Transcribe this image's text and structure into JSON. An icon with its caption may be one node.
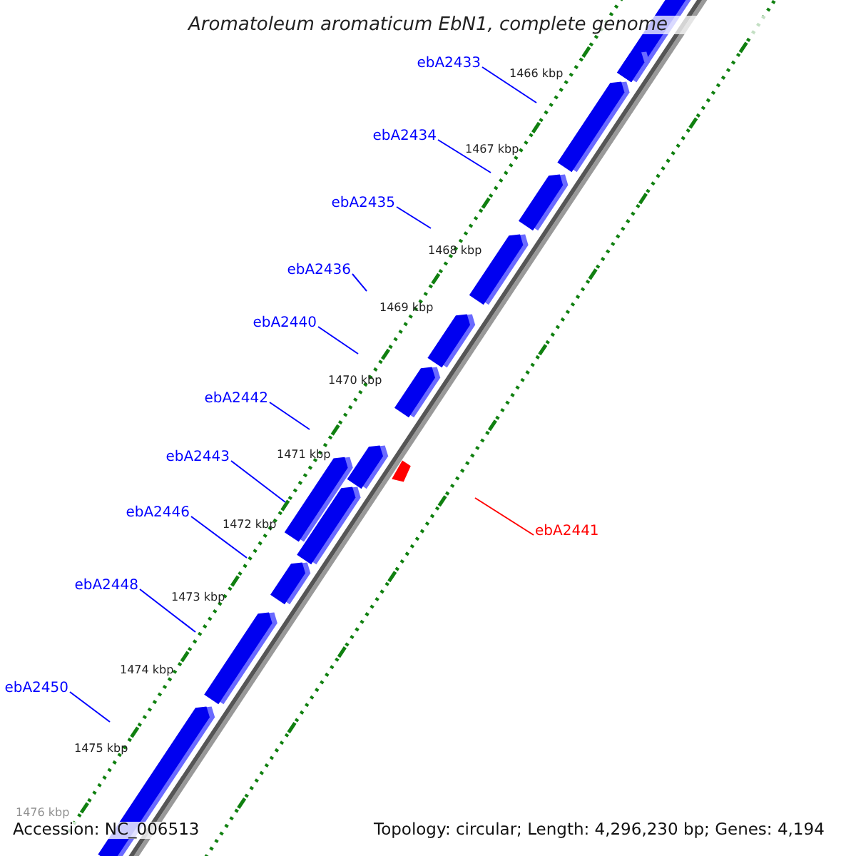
{
  "diagram": {
    "title": "Aromatoleum aromaticum EbN1, complete genome",
    "nodes": [
      {
        "text": [
          "ebA2433"
        ]
      },
      {
        "text": [
          "ebA2434"
        ]
      },
      {
        "text": [
          "ebA2435"
        ]
      },
      {
        "text": [
          "ebA2436"
        ]
      },
      {
        "text": [
          "ebA2440"
        ]
      },
      {
        "text": [
          "ebA2442"
        ]
      },
      {
        "text": [
          "ebA2443"
        ]
      },
      {
        "text": [
          "ebA2446"
        ]
      },
      {
        "text": [
          "ebA2441"
        ]
      },
      {
        "text": [
          "ebA2448"
        ]
      },
      {
        "text": [
          "ebA2450"
        ]
      }
    ],
    "edges": [
      {
        "from": 0,
        "to": null,
        "arrow": "none"
      },
      {
        "from": 1,
        "to": null,
        "arrow": "none"
      },
      {
        "from": 2,
        "to": null,
        "arrow": "none"
      },
      {
        "from": 3,
        "to": null,
        "arrow": "none"
      },
      {
        "from": 4,
        "to": null,
        "arrow": "none"
      },
      {
        "from": 5,
        "to": null,
        "arrow": "none"
      },
      {
        "from": 6,
        "to": null,
        "arrow": "none"
      },
      {
        "from": 7,
        "to": null,
        "arrow": "none"
      },
      {
        "from": 8,
        "to": null,
        "arrow": "none",
        "color": "#ff0000"
      },
      {
        "from": 9,
        "to": null,
        "arrow": "none"
      },
      {
        "from": 10,
        "to": null,
        "arrow": "none"
      }
    ],
    "labels": [
      "1466 kbp",
      "1467 kbp",
      "1468 kbp",
      "1469 kbp",
      "1470 kbp",
      "1471 kbp",
      "1472 kbp",
      "1473 kbp",
      "1474 kbp",
      "1475 kbp",
      "1476 kbp",
      "Accession: NC_006513",
      "Topology: circular; Length: 4,296,230 bp; Genes: 4,194"
    ]
  }
}
